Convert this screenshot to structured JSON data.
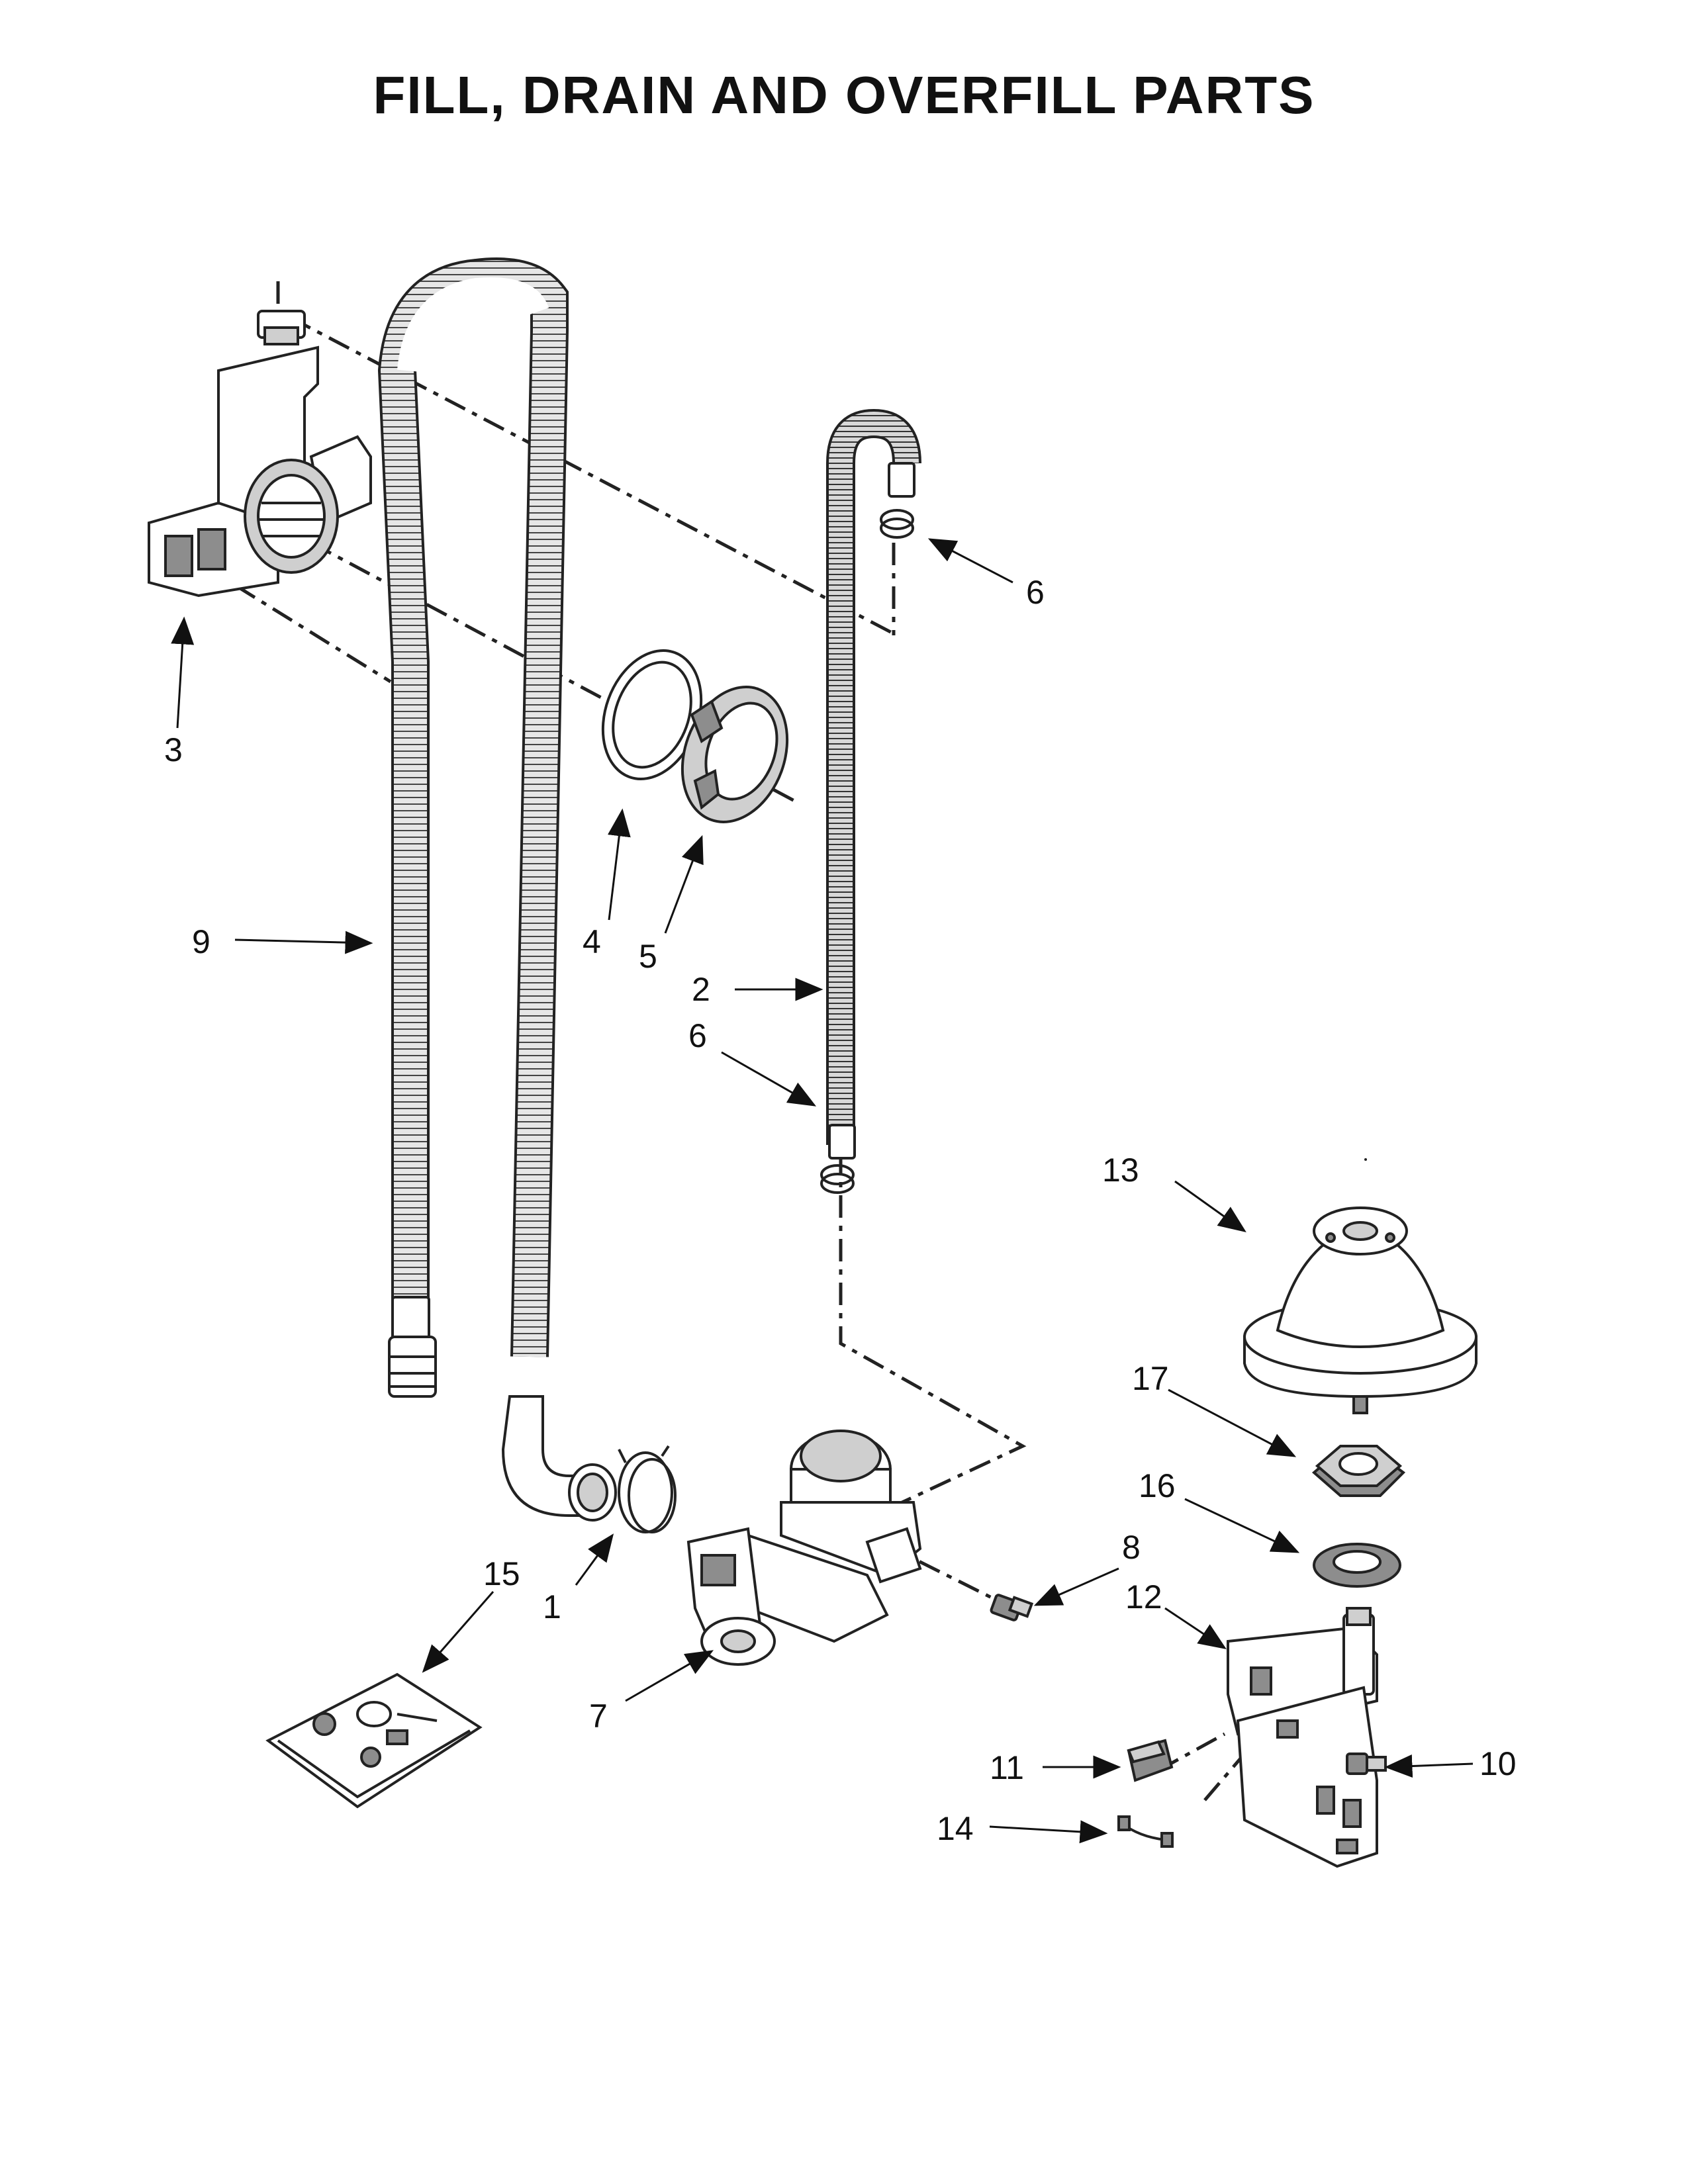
{
  "title": "FILL, DRAIN AND OVERFILL PARTS",
  "callouts": [
    {
      "id": "c1",
      "label": "1"
    },
    {
      "id": "c2",
      "label": "2"
    },
    {
      "id": "c3",
      "label": "3"
    },
    {
      "id": "c4",
      "label": "4"
    },
    {
      "id": "c5",
      "label": "5"
    },
    {
      "id": "c6a",
      "label": "6"
    },
    {
      "id": "c6b",
      "label": "6"
    },
    {
      "id": "c7",
      "label": "7"
    },
    {
      "id": "c8",
      "label": "8"
    },
    {
      "id": "c9",
      "label": "9"
    },
    {
      "id": "c10",
      "label": "10"
    },
    {
      "id": "c11",
      "label": "11"
    },
    {
      "id": "c12",
      "label": "12"
    },
    {
      "id": "c13",
      "label": "13"
    },
    {
      "id": "c14",
      "label": "14"
    },
    {
      "id": "c15",
      "label": "15"
    },
    {
      "id": "c16",
      "label": "16"
    },
    {
      "id": "c17",
      "label": "17"
    }
  ]
}
